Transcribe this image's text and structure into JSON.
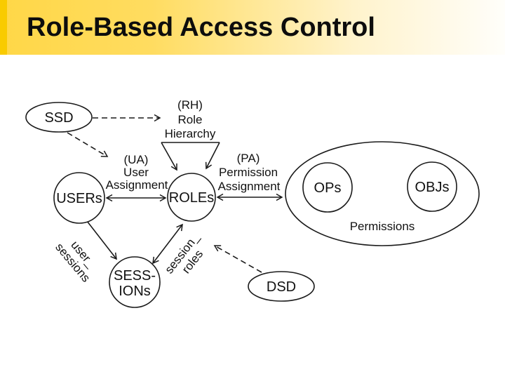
{
  "header": {
    "title": "Role-Based Access Control"
  },
  "diagram": {
    "nodes": {
      "ssd": {
        "label": "SSD"
      },
      "users": {
        "label": "USERs"
      },
      "roles": {
        "label": "ROLEs"
      },
      "sessions": {
        "line1": "SESS-",
        "line2": "IONs"
      },
      "dsd": {
        "label": "DSD"
      },
      "ops": {
        "label": "OPs"
      },
      "objs": {
        "label": "OBJs"
      },
      "permissions_container": {
        "label": "Permissions"
      }
    },
    "relations": {
      "role_hierarchy": {
        "line1": "(RH)",
        "line2": "Role",
        "line3": "Hierarchy"
      },
      "user_assignment": {
        "line1": "(UA)",
        "line2": "User",
        "line3": "Assignment"
      },
      "permission_assignment": {
        "line1": "(PA)",
        "line2": "Permission",
        "line3": "Assignment"
      },
      "user_sessions": {
        "line1": "user_",
        "line2": "sessions"
      },
      "session_roles": {
        "line1": "session_",
        "line2": "roles"
      }
    }
  },
  "colors": {
    "header-gold": "#FFD747",
    "header-strip": "#F9CB00",
    "stroke-color": "#1a1a1a"
  }
}
